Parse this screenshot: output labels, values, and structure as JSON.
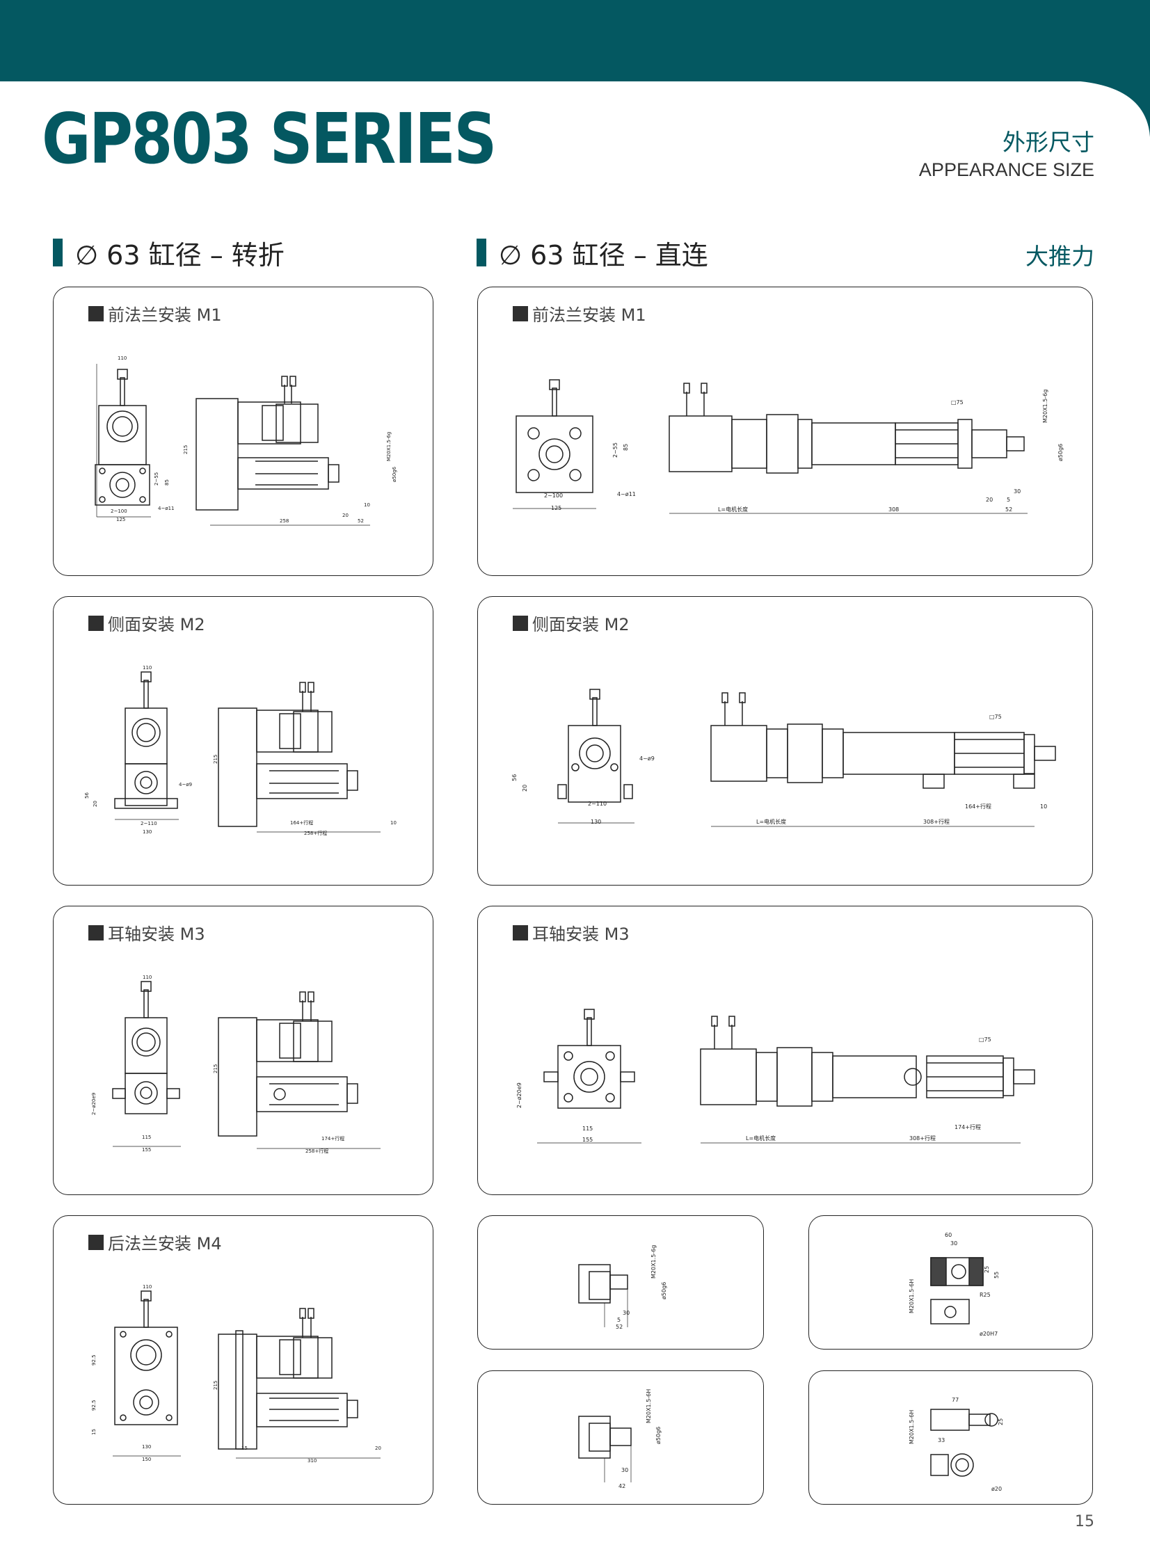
{
  "header": {
    "title": "GP803 SERIES",
    "size_cn": "外形尺寸",
    "size_en": "APPEARANCE SIZE"
  },
  "sections": {
    "left": "∅ 63 缸径 – 转折",
    "right": "∅ 63 缸径 – 直连",
    "right_extra": "大推力"
  },
  "panels": {
    "l1": "前法兰安装 M1",
    "l2": "侧面安装 M2",
    "l3": "耳轴安装 M3",
    "l4": "后法兰安装 M4",
    "r1": "前法兰安装 M1",
    "r2": "侧面安装 M2",
    "r3": "耳轴安装 M3"
  },
  "dims": {
    "l1": [
      "110",
      "215",
      "2~55",
      "85",
      "2~100",
      "125",
      "4~ø11",
      "M20X1.5-6g",
      "ø50g6",
      "258",
      "20",
      "52",
      "10"
    ],
    "r1": [
      "□75",
      "M20X1.5-6g",
      "ø50g6",
      "2~55",
      "85",
      "2~100",
      "125",
      "4~ø11",
      "L=电机长度",
      "308",
      "20",
      "30",
      "5",
      "52"
    ],
    "l2": [
      "110",
      "215",
      "56",
      "20",
      "4~ø9",
      "2~110",
      "130",
      "164+行程",
      "258+行程",
      "10"
    ],
    "r2": [
      "□75",
      "56",
      "20",
      "4~ø9",
      "2~110",
      "130",
      "L=电机长度",
      "308+行程",
      "164+行程",
      "10"
    ],
    "l3": [
      "110",
      "215",
      "2~ø20e9",
      "115",
      "155",
      "174+行程",
      "258+行程"
    ],
    "r3": [
      "□75",
      "2~ø20e9",
      "115",
      "155",
      "L=电机长度",
      "308+行程",
      "174+行程"
    ],
    "l4": [
      "110",
      "215",
      "92.5",
      "92.5",
      "15",
      "130",
      "150",
      "15",
      "310",
      "20"
    ],
    "d1": [
      "M20X1.5-6g",
      "ø50g6",
      "30",
      "5",
      "52"
    ],
    "d2": [
      "60",
      "30",
      "55",
      "25",
      "R25",
      "M20X1.5-6H",
      "ø20H7"
    ],
    "d3": [
      "M20X1.5-6H",
      "ø50g6",
      "30",
      "42"
    ],
    "d4": [
      "77",
      "25",
      "33",
      "M20X1.5-6H",
      "ø20"
    ]
  },
  "page_number": "15"
}
